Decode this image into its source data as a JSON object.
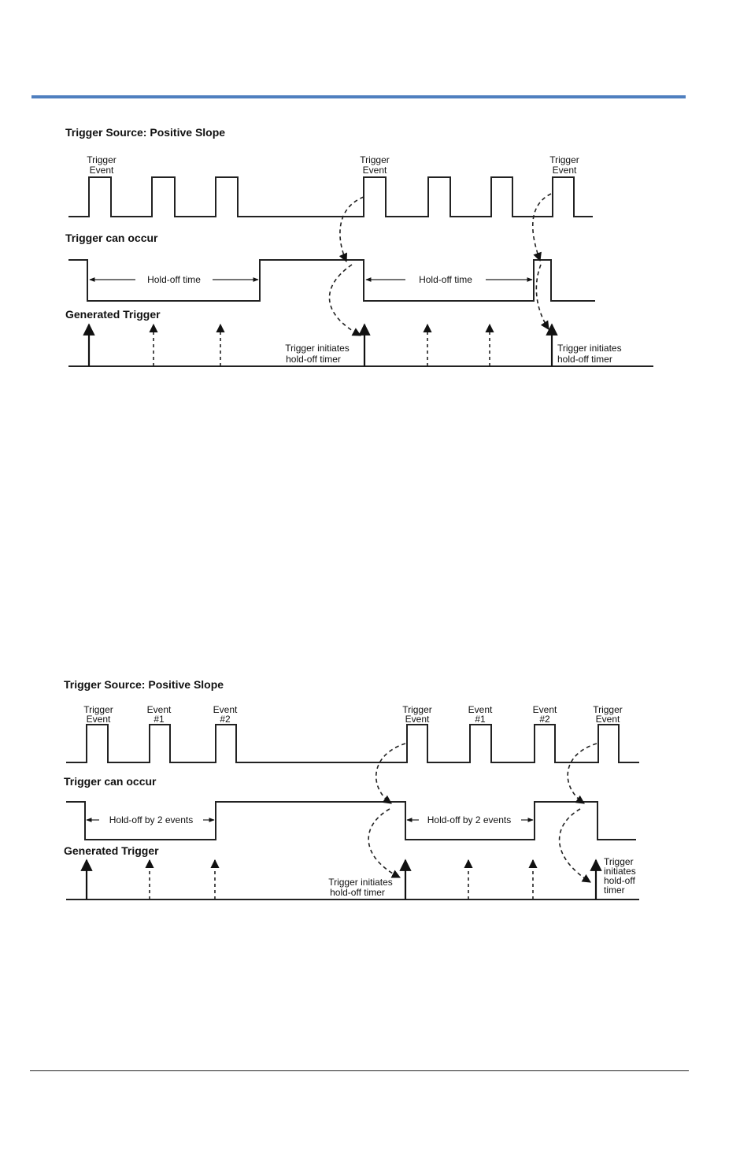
{
  "diagram_1": {
    "title": "Trigger Source: Positive Slope",
    "pulse_labels": [
      [
        "Trigger",
        "Event"
      ],
      [
        "Trigger",
        "Event"
      ],
      [
        "Trigger",
        "Event"
      ]
    ],
    "trigger_can_occur_label": "Trigger can occur",
    "holdoff_label_1": "Hold-off time",
    "holdoff_label_2": "Hold-off time",
    "generated_trigger_label": "Generated Trigger",
    "note_1": [
      "Trigger initiates",
      "hold-off timer"
    ],
    "note_2": [
      "Trigger initiates",
      "hold-off timer"
    ]
  },
  "diagram_2": {
    "title": "Trigger Source: Positive Slope",
    "pulse_labels": [
      [
        "Trigger",
        "Event"
      ],
      [
        "Event",
        "#1"
      ],
      [
        "Event",
        "#2"
      ],
      [
        "Trigger",
        "Event"
      ],
      [
        "Event",
        "#1"
      ],
      [
        "Event",
        "#2"
      ],
      [
        "Trigger",
        "Event"
      ]
    ],
    "trigger_can_occur_label": "Trigger can occur",
    "holdoff_label_1": "Hold-off by 2 events",
    "holdoff_label_2": "Hold-off by 2 events",
    "generated_trigger_label": "Generated Trigger",
    "note_1": [
      "Trigger initiates",
      "hold-off timer"
    ],
    "note_2": [
      "Trigger",
      "initiates",
      "hold-off",
      "timer"
    ]
  }
}
